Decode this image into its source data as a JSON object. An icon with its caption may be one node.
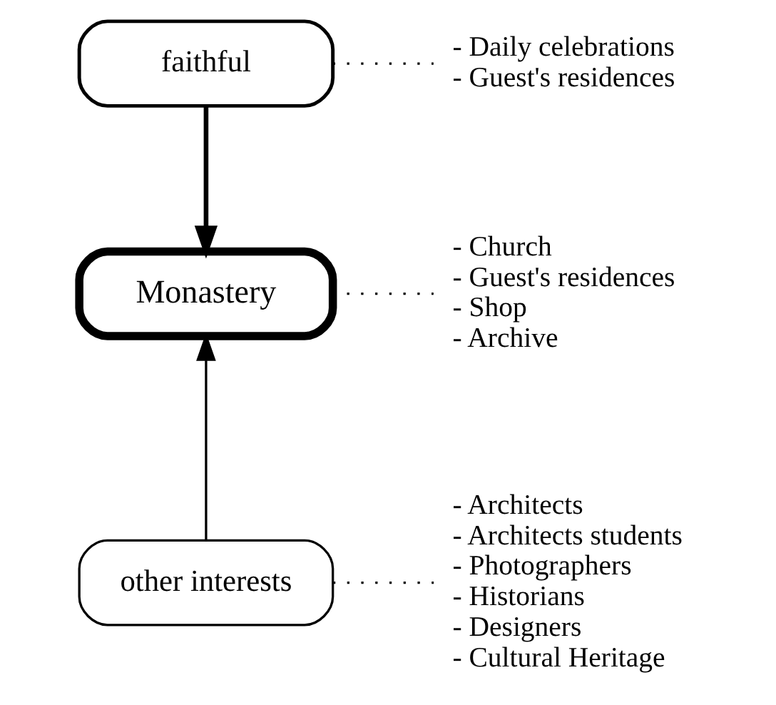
{
  "diagram": {
    "nodes": [
      {
        "text": [
          "faithful"
        ]
      },
      {
        "text": [
          "- Daily celebrations",
          "- Guest's residences"
        ]
      },
      {
        "text": [
          "Monastery"
        ]
      },
      {
        "text": [
          "- Church",
          "- Guest's residences",
          "- Shop",
          "- Archive"
        ]
      },
      {
        "text": [
          "other interests"
        ]
      },
      {
        "text": [
          "- Architects",
          "- Architects students",
          "- Photographers",
          "- Historians",
          "- Designers",
          "- Cultural Heritage"
        ]
      }
    ],
    "edges": [
      {
        "from": 0,
        "to": 2,
        "arrow": "to",
        "style": "thick"
      },
      {
        "from": 4,
        "to": 2,
        "arrow": "to"
      },
      {
        "from": 0,
        "to": 1,
        "arrow": "none",
        "style": "dashed"
      },
      {
        "from": 2,
        "to": 3,
        "arrow": "none",
        "style": "dashed"
      },
      {
        "from": 4,
        "to": 5,
        "arrow": "none",
        "style": "dashed"
      }
    ]
  }
}
